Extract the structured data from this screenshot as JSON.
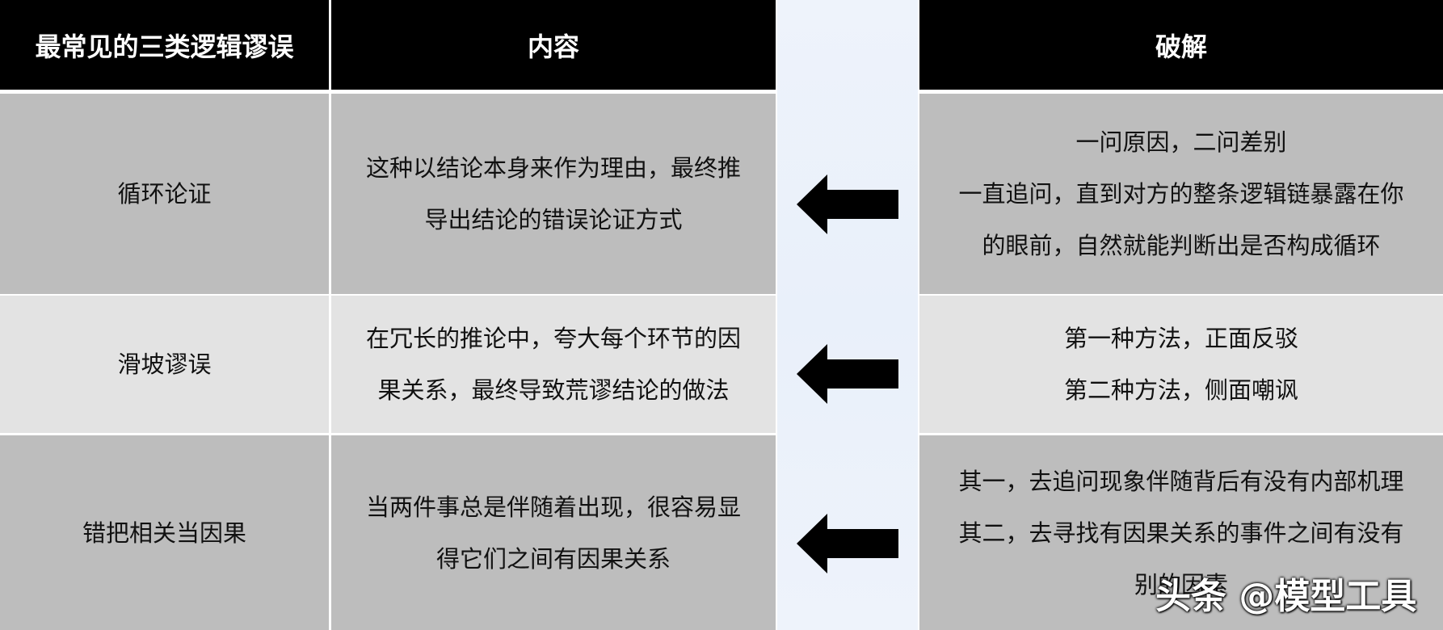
{
  "header": {
    "col1": "最常见的三类逻辑谬误",
    "col2": "内容",
    "col4": "破解"
  },
  "rows": [
    {
      "name": "循环论证",
      "content": [
        "这种以结论本身来作为理由，最终推",
        "导出结论的错误论证方式"
      ],
      "solution": [
        "一问原因，二问差别",
        "一直追问，直到对方的整条逻辑链暴露在你",
        "的眼前，自然就能判断出是否构成循环"
      ]
    },
    {
      "name": "滑坡谬误",
      "content": [
        "在冗长的推论中，夸大每个环节的因",
        "果关系，最终导致荒谬结论的做法"
      ],
      "solution": [
        "第一种方法，正面反驳",
        "第二种方法，侧面嘲讽"
      ]
    },
    {
      "name": "错把相关当因果",
      "content": [
        "当两件事总是伴随着出现，很容易显",
        "得它们之间有因果关系"
      ],
      "solution": [
        "其一，去追问现象伴随背后有没有内部机理",
        "其二，去寻找有因果关系的事件之间有没有",
        "别的因素"
      ]
    }
  ],
  "watermark": "头条 @模型工具",
  "colors": {
    "header_bg": "#000000",
    "row_dark": "#bdbdbd",
    "row_light": "#e3e3e3",
    "arrow_col": "#eef3fb"
  }
}
